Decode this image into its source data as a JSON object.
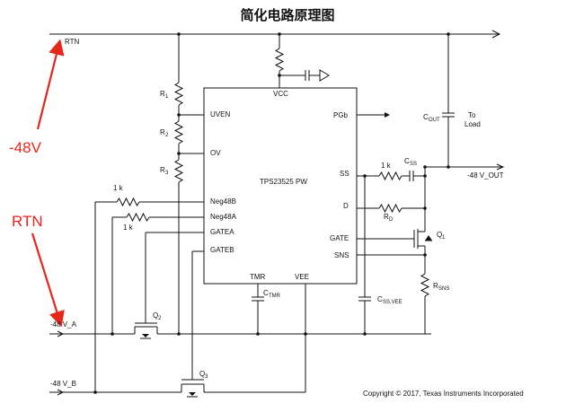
{
  "title": "简化电路原理图",
  "annotations": {
    "minus48": "-48V",
    "rtn": "RTN"
  },
  "nets": {
    "rtn": "RTN",
    "v48a": "-48 V_A",
    "v48b": "-48 V_B",
    "vout": "-48 V_OUT",
    "to_load_1": "To",
    "to_load_2": "Load"
  },
  "ic": {
    "name": "TPS23525 PW",
    "pins": {
      "vcc": "VCC",
      "uven": "UVEN",
      "ov": "OV",
      "neg48b": "Neg48B",
      "neg48a": "Neg48A",
      "gatea": "GATEA",
      "gateb": "GATEB",
      "tmr": "TMR",
      "vee": "VEE",
      "pgb": "PGb",
      "ss": "SS",
      "d": "D",
      "gate": "GATE",
      "sns": "SNS"
    }
  },
  "components": {
    "r1": "R",
    "r1_sub": "1",
    "r2": "R",
    "r2_sub": "2",
    "r3": "R",
    "r3_sub": "3",
    "rb": "1 k",
    "ra": "1 k",
    "rss": "1 k",
    "rd": "R",
    "rd_sub": "D",
    "rsns": "R",
    "rsns_sub": "SNS",
    "css": "C",
    "css_sub": "SS",
    "cout": "C",
    "cout_sub": "OUT",
    "ctmr": "C",
    "ctmr_sub": "TMR",
    "cssvee": "C",
    "cssvee_sub": "SS,VEE",
    "q1": "Q",
    "q1_sub": "1",
    "q2": "Q",
    "q2_sub": "2",
    "q3": "Q",
    "q3_sub": "3"
  },
  "copyright": "Copyright © 2017, Texas Instruments Incorporated"
}
